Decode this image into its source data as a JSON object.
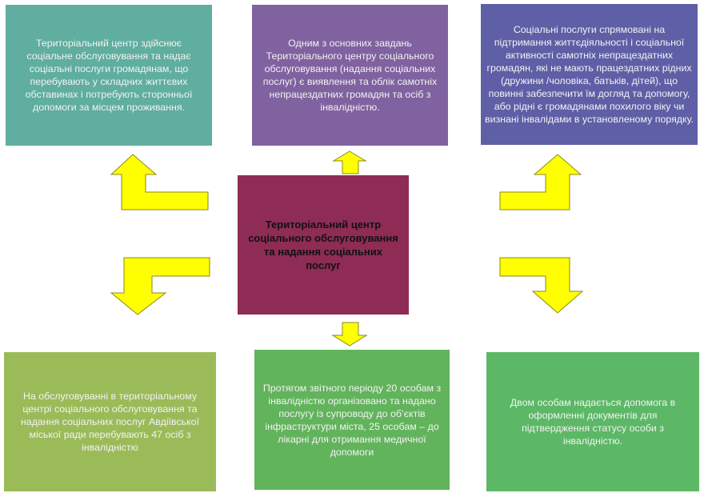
{
  "center": {
    "text": "Територіальний   центр соціального обслуговування та надання соціальних послуг",
    "color": "#8e2c55"
  },
  "boxes": [
    {
      "text": "Територіальний центр здійснює соціальне обслуговування та надає соціальні послуги громадянам, що перебувають у складних життєвих обставинах і  потребують сторонньої допомоги за місцем проживання.",
      "color": "#5fae9f"
    },
    {
      "text": "Одним з основних завдань Територіального центру соціального обслуговування (надання соціальних послуг) є виявлення та облік самотніх непрацездатних громадян та осіб з інвалідністю.",
      "color": "#8062a0"
    },
    {
      "text": "Соціальні послуги спрямовані на підтримання життєдіяльності і соціальної активності самотніх непрацездатних громадян, які не мають працездатних рідних (дружини /чоловіка, батьків, дітей), що повинні забезпечити їм догляд та допомогу, або рідні є громадянами похилого віку чи визнані інвалідами в установленому порядку.",
      "color": "#5f5fa7"
    },
    {
      "text": "На обслуговуванні в територіальному центрі соціального обслуговування та надання соціальних послуг Авдіївської міської ради перебувають 47 осіб з інвалідністю",
      "color": "#9bbb59"
    },
    {
      "text": "Протягом звітного періоду 20 особам з інвалідністю організовано та надано послугу із супроводу до об’єктів інфраструктури  міста, 25 особам – до лікарні для отримання медичної допомоги",
      "color": "#62b45c"
    },
    {
      "text": "Двом особам надається допомога в оформленні документів для підтвердження статусу особи з інвалідністю.",
      "color": "#5cb866"
    }
  ],
  "arrow_color": "#ffff00"
}
